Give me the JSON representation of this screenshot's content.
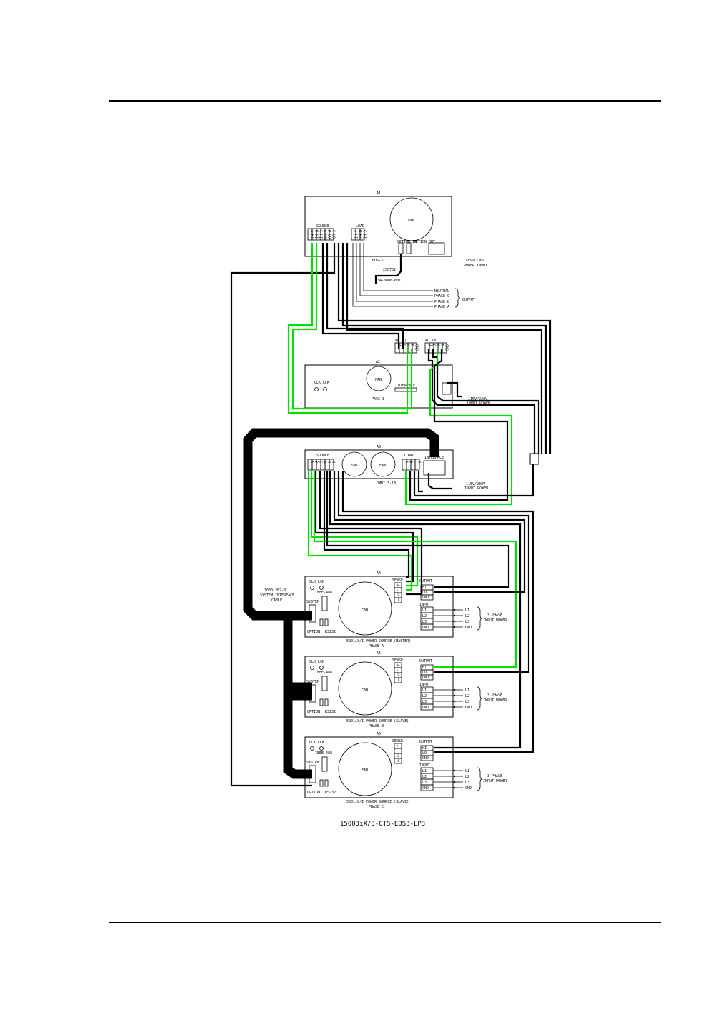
{
  "page": {
    "caption": "15003iX/3-CTS-EOS3-LP3"
  },
  "colors": {
    "wire": "#000000",
    "ground_wire": "#00e000"
  },
  "a1": {
    "ref": "A1",
    "fan": "FAN",
    "source": "SOURCE",
    "load": "LOAD",
    "source_terms": [
      "A HI",
      "B HI",
      "C HI",
      "A LO",
      "B LO",
      "C LO"
    ],
    "load_terms": [
      "A HI",
      "B HI",
      "C HI"
    ],
    "option_in": "OPTION IN",
    "option_out": "OPTION OUT",
    "model": "EOS-3",
    "part": "250702",
    "cable": "834-0806-001",
    "power_in": [
      "115V/230V",
      "POWER INPUT"
    ],
    "outputs": [
      "NEUTRAL",
      "PHASE C",
      "PHASE B",
      "PHASE A"
    ],
    "output_label": "OUTPUT"
  },
  "a2": {
    "ref": "A2",
    "fan": "FAN",
    "clk_lck": "CLK LCK",
    "ac_out": "AC OUT",
    "ac_in": "AC IN",
    "ac_out_terms": [
      "A",
      "B",
      "C",
      "N",
      "GND"
    ],
    "ac_in_terms": [
      "A",
      "B",
      "C",
      "N",
      "GND"
    ],
    "interface": "INTERFACE",
    "model": "PACS-3",
    "power_in": [
      "115V/230V",
      "INPUT POWER"
    ]
  },
  "a3": {
    "ref": "A3",
    "fan1": "FAN",
    "fan2": "FAN",
    "source": "SOURCE",
    "load": "LOAD",
    "source_terms": [
      "A",
      "B",
      "C",
      "N",
      "N",
      "N"
    ],
    "load_terms": [
      "A",
      "B",
      "C",
      "N"
    ],
    "interface": "INTERFACE",
    "model": "OMNI 3-18i",
    "power_in": [
      "115V/230V",
      "INPUT POWER"
    ]
  },
  "cable_label": [
    "7000-262-3",
    "SYSTEM INTERFACE",
    "CABLE"
  ],
  "sources": [
    {
      "ref": "A4",
      "clk_lck": "CLK LCK",
      "ieee": "IEEE-488",
      "system": "SYSTEM",
      "option": "OPTION",
      "rs232": "RS232",
      "fan": "FAN",
      "sense": "SENSE",
      "sense_terms": [
        "+",
        "-",
        "G",
        "U"
      ],
      "output": "OUTPUT",
      "output_terms": [
        "HI",
        "LO",
        "GND"
      ],
      "input": "INPUT",
      "input_terms": [
        "L1",
        "L2",
        "L3",
        "GND"
      ],
      "input_labels": [
        "L1",
        "L2",
        "L3",
        "GND"
      ],
      "phase_power": [
        "3 PHASE",
        "INPUT POWER"
      ],
      "name": "5001iX/I POWER SOURCE (MASTER)",
      "phase": "PHASE A"
    },
    {
      "ref": "A5",
      "clk_lck": "CLK LCK",
      "ieee": "IEEE-488",
      "system": "SYSTEM",
      "option": "OPTION",
      "rs232": "RS232",
      "fan": "FAN",
      "sense": "SENSE",
      "sense_terms": [
        "+",
        "-",
        "G",
        "U"
      ],
      "output": "OUTPUT",
      "output_terms": [
        "HI",
        "LO",
        "GND"
      ],
      "input": "INPUT",
      "input_terms": [
        "L1",
        "L2",
        "L3",
        "GND"
      ],
      "input_labels": [
        "L1",
        "L2",
        "L3",
        "GND"
      ],
      "phase_power": [
        "3 PHASE",
        "INPUT POWER"
      ],
      "name": "5001iX/I POWER SOURCE (SLAVE)",
      "phase": "PHASE B"
    },
    {
      "ref": "A6",
      "clk_lck": "CLK LCK",
      "ieee": "IEEE-488",
      "system": "SYSTEM",
      "option": "OPTION",
      "rs232": "RS232",
      "fan": "FAN",
      "sense": "SENSE",
      "sense_terms": [
        "+",
        "-",
        "G",
        "U"
      ],
      "output": "OUTPUT",
      "output_terms": [
        "HI",
        "LO",
        "GND"
      ],
      "input": "INPUT",
      "input_terms": [
        "L1",
        "L2",
        "L3",
        "GND"
      ],
      "input_labels": [
        "L1",
        "L2",
        "L3",
        "GND"
      ],
      "phase_power": [
        "3 PHASE",
        "INPUT POWER"
      ],
      "name": "5001iX/I POWER SOURCE (SLAVE)",
      "phase": "PHASE C"
    }
  ]
}
